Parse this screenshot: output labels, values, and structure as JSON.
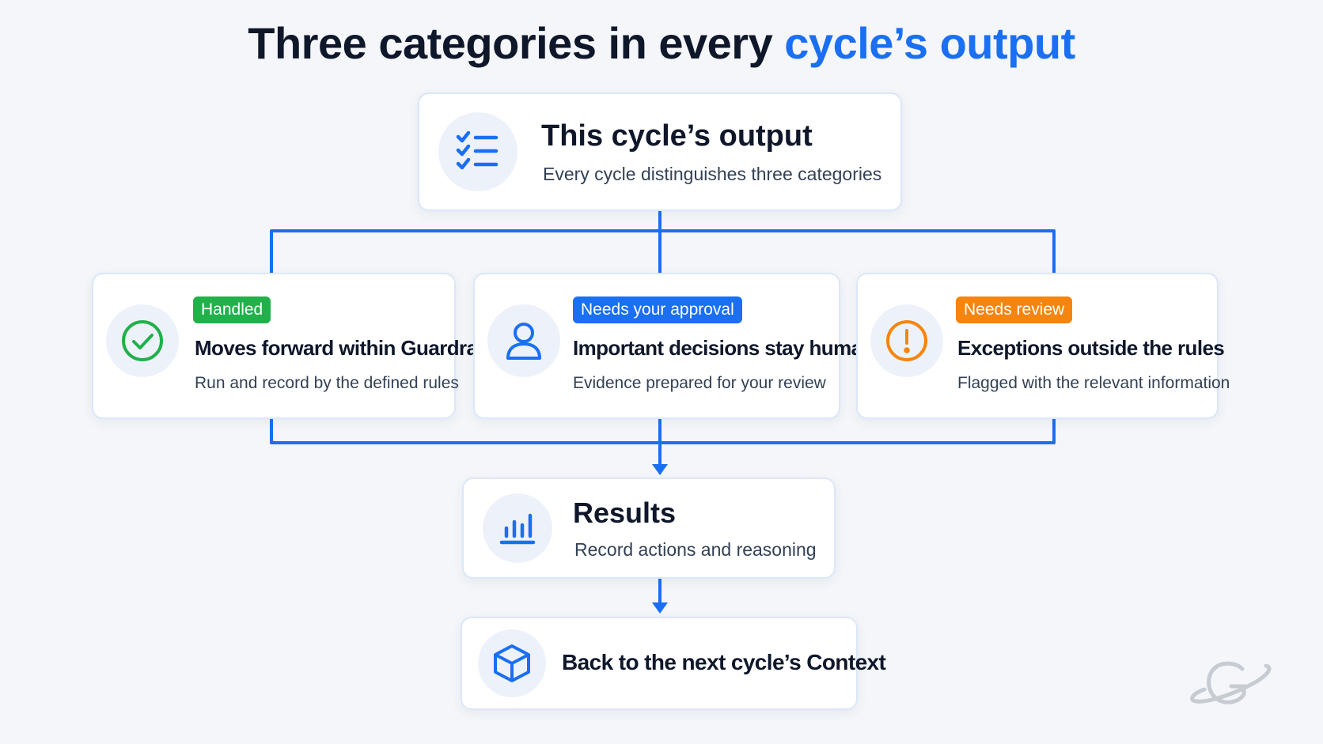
{
  "title": {
    "part1": "Three categories in every ",
    "part2": "cycle’s output"
  },
  "top_card": {
    "title": "This cycle’s output",
    "subtitle": "Every cycle distinguishes three categories",
    "icon": "checklist-icon"
  },
  "categories": [
    {
      "badge": "Handled",
      "title": "Moves forward within Guardrails",
      "subtitle": "Run and record by the defined rules",
      "icon": "check-circle-icon",
      "color": "#22b04b"
    },
    {
      "badge": "Needs your approval",
      "title": "Important decisions stay human",
      "subtitle": "Evidence prepared for your review",
      "icon": "person-icon",
      "color": "#1a6ff2"
    },
    {
      "badge": "Needs review",
      "title": "Exceptions outside the rules",
      "subtitle": "Flagged with the relevant information",
      "icon": "exclamation-circle-icon",
      "color": "#f5850f"
    }
  ],
  "results_card": {
    "title": "Results",
    "subtitle": "Record actions and reasoning",
    "icon": "bar-chart-icon"
  },
  "context_card": {
    "title": "Back to the next cycle’s Context",
    "icon": "cube-icon"
  },
  "colors": {
    "accent": "#1a6ff2",
    "connector": "#1a6ff2",
    "handled": "#22b04b",
    "approval": "#1a6ff2",
    "review": "#f5850f"
  }
}
